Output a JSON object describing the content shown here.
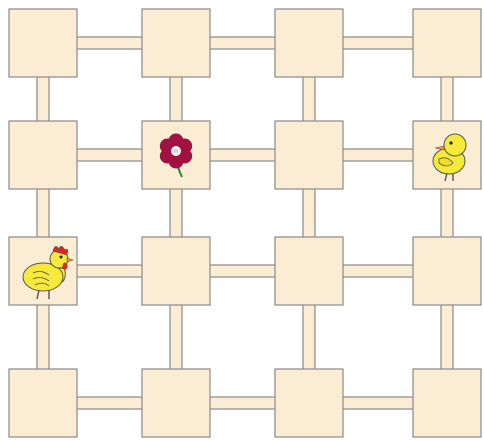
{
  "board": {
    "rows": 4,
    "cols": 4,
    "colors": {
      "tile_fill": "#fbecd4",
      "tile_stroke": "#8a8a8a",
      "path_fill": "#fbecd4",
      "path_stroke": "#8a8a8a",
      "background": "#ffffff"
    }
  },
  "pieces": [
    {
      "type": "flower",
      "icon": "flower-icon",
      "row": 1,
      "col": 1,
      "color": "#a01242"
    },
    {
      "type": "chick",
      "icon": "chick-icon",
      "row": 1,
      "col": 3,
      "color": "#f5ea3a"
    },
    {
      "type": "hen",
      "icon": "hen-icon",
      "row": 2,
      "col": 0,
      "color": "#f5ea3a",
      "comb_color": "#d8262a"
    }
  ]
}
